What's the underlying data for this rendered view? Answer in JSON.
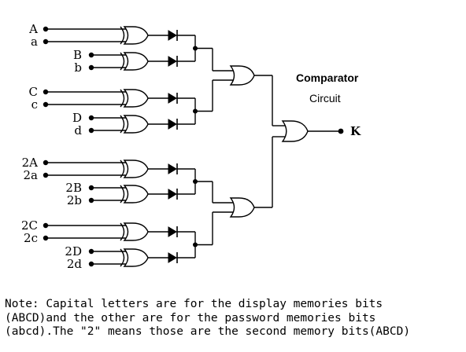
{
  "diagram": {
    "title": "Comparator",
    "subtitle": "Circuit",
    "output_label": "K",
    "inputs": [
      {
        "upper": "A",
        "lower": "a"
      },
      {
        "upper": "B",
        "lower": "b"
      },
      {
        "upper": "C",
        "lower": "c"
      },
      {
        "upper": "D",
        "lower": "d"
      },
      {
        "upper": "2A",
        "lower": "2a"
      },
      {
        "upper": "2B",
        "lower": "2b"
      },
      {
        "upper": "2C",
        "lower": "2c"
      },
      {
        "upper": "2D",
        "lower": "2d"
      }
    ]
  },
  "note": {
    "lines": [
      "Note: Capital letters are for the display memories bits",
      "(ABCD)and the other are for the password memories bits",
      "(abcd).The \"2\" means those are the second memory bits(ABCD)"
    ]
  }
}
